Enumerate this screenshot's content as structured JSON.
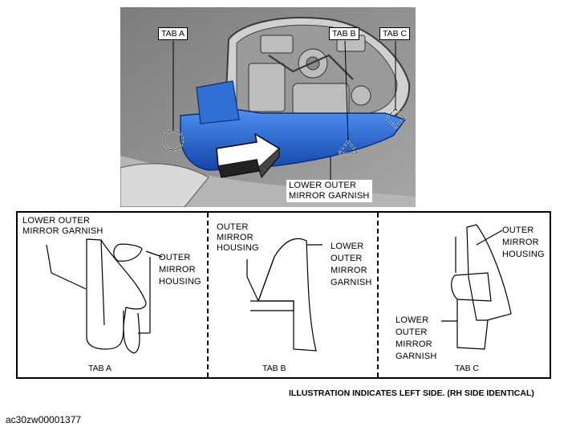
{
  "photo": {
    "tab_a": "TAB A",
    "tab_b": "TAB B",
    "tab_c": "TAB C",
    "garnish_line1": "LOWER OUTER",
    "garnish_line2": "MIRROR GARNISH"
  },
  "detail": {
    "tab_a": {
      "caption": "TAB A",
      "garnish_line1": "LOWER OUTER",
      "garnish_line2": "MIRROR GARNISH",
      "housing_line1": "OUTER",
      "housing_line2": "MIRROR",
      "housing_line3": "HOUSING"
    },
    "tab_b": {
      "caption": "TAB B",
      "housing_line1": "OUTER",
      "housing_line2": "MIRROR",
      "housing_line3": "HOUSING",
      "garnish_line1": "LOWER",
      "garnish_line2": "OUTER",
      "garnish_line3": "MIRROR",
      "garnish_line4": "GARNISH"
    },
    "tab_c": {
      "caption": "TAB C",
      "housing_line1": "OUTER",
      "housing_line2": "MIRROR",
      "housing_line3": "HOUSING",
      "garnish_line1": "LOWER",
      "garnish_line2": "OUTER",
      "garnish_line3": "MIRROR",
      "garnish_line4": "GARNISH"
    }
  },
  "note": "ILLUSTRATION INDICATES LEFT SIDE. (RH SIDE IDENTICAL)",
  "figure_code": "ac30zw00001377",
  "colors": {
    "garnish_blue": "#1f5fc8",
    "photo_gray": "#8f8f8f"
  }
}
